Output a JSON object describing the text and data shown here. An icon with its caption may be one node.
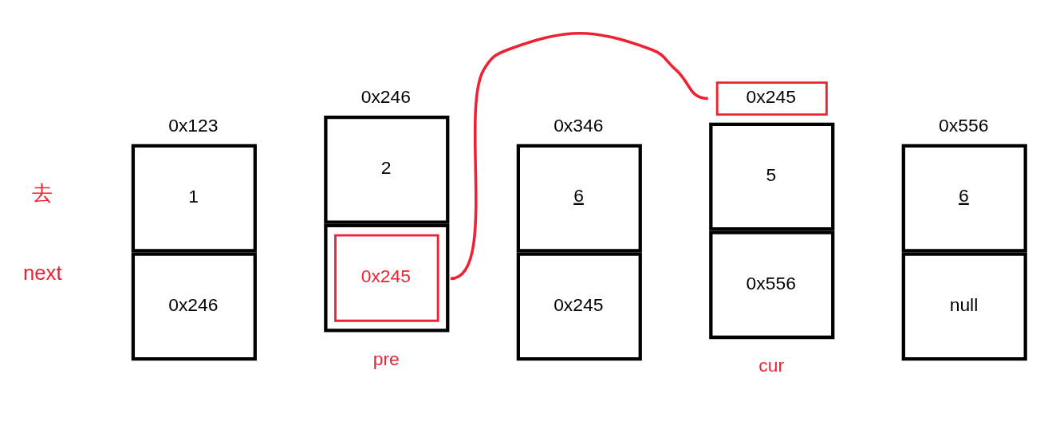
{
  "diagram": {
    "nodes": [
      {
        "text": [
          "0x123",
          "1",
          "0x246"
        ]
      },
      {
        "text": [
          "0x246",
          "2",
          "0x245"
        ],
        "beside": [
          "pre"
        ]
      },
      {
        "text": [
          "0x346",
          "6",
          "0x245"
        ]
      },
      {
        "text": [
          "0x245",
          "5",
          "0x556"
        ],
        "beside": [
          "cur"
        ]
      },
      {
        "text": [
          "0x556",
          "6",
          "null"
        ]
      }
    ],
    "edges": [
      {
        "from": 1,
        "to": 3,
        "arrow": "none",
        "color": "#ee2233"
      }
    ],
    "labels": [
      "去",
      "next"
    ]
  }
}
